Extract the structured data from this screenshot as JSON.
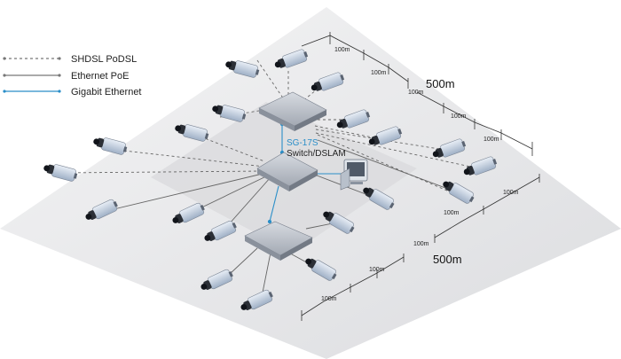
{
  "legend": [
    {
      "label": "SHDSL PoDSL",
      "style": "dashed",
      "color": "#777777"
    },
    {
      "label": "Ethernet PoE",
      "style": "solid",
      "color": "#777777"
    },
    {
      "label": "Gigabit Ethernet",
      "style": "solid",
      "color": "#2a8ec8"
    }
  ],
  "device": {
    "model": "SG-17S",
    "role": "Switch/DSLAM"
  },
  "distances": {
    "segment": "100m",
    "total": "500m"
  },
  "colors": {
    "accent": "#2a8ec8",
    "plate": "#e9eaeb",
    "line": "#777777"
  }
}
